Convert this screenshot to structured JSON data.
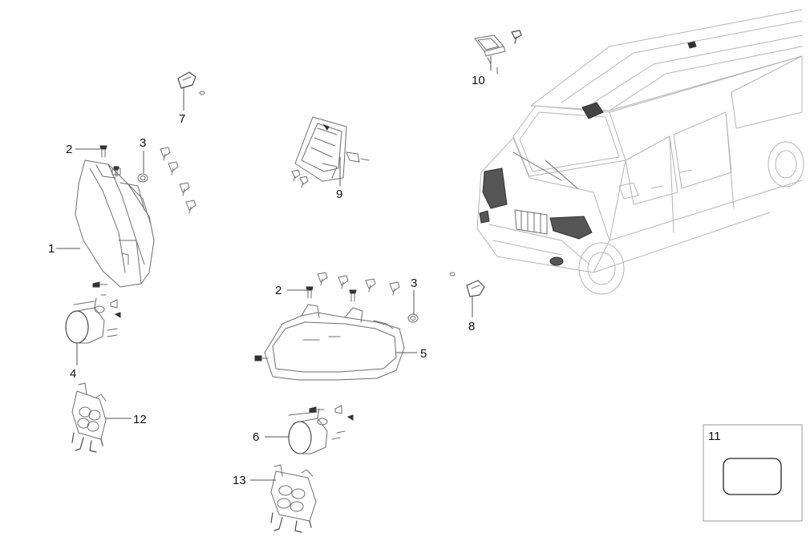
{
  "callouts": [
    {
      "id": "1",
      "label": "1"
    },
    {
      "id": "2a",
      "label": "2"
    },
    {
      "id": "3a",
      "label": "3"
    },
    {
      "id": "4",
      "label": "4"
    },
    {
      "id": "5",
      "label": "5"
    },
    {
      "id": "6",
      "label": "6"
    },
    {
      "id": "7",
      "label": "7"
    },
    {
      "id": "8",
      "label": "8"
    },
    {
      "id": "9",
      "label": "9"
    },
    {
      "id": "10",
      "label": "10"
    },
    {
      "id": "11",
      "label": "11"
    },
    {
      "id": "12",
      "label": "12"
    },
    {
      "id": "13",
      "label": "13"
    },
    {
      "id": "2b",
      "label": "2"
    },
    {
      "id": "3b",
      "label": "3"
    }
  ],
  "colors": {
    "line": "#6e6e6e",
    "highlight": "#333333",
    "text": "#111111"
  }
}
